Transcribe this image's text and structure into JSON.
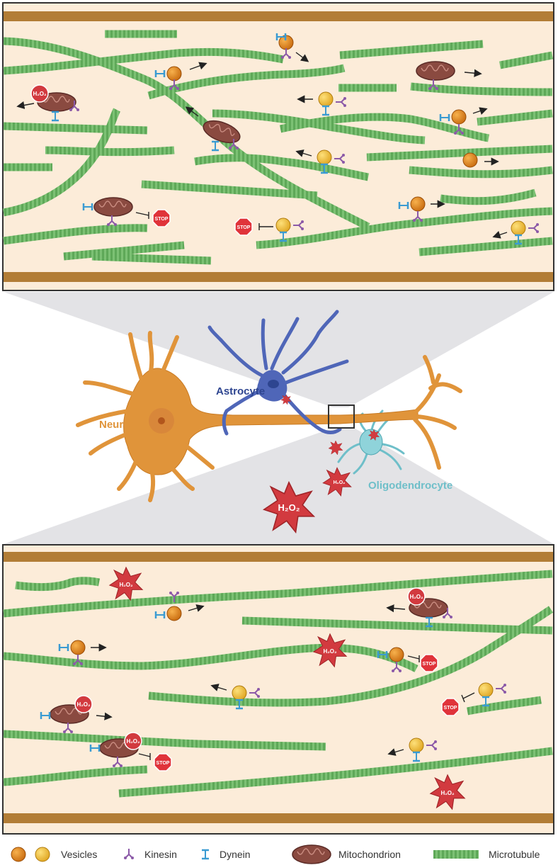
{
  "cells": {
    "neuron_label": "Neuron",
    "astrocyte_label": "Astrocyte",
    "oligo_label": "Oligodendrocyte",
    "h2o2_text": "H₂O₂"
  },
  "panels": {
    "top": {
      "stop_text": "STOP",
      "h2o2_text": "H₂O₂"
    },
    "bottom": {
      "stop_text": "STOP",
      "h2o2_text": "H₂O₂"
    }
  },
  "legend": {
    "vesicles": "Vesicles",
    "kinesin": "Kinesin",
    "dynein": "Dynein",
    "mitochondrion": "Mitochondrion",
    "microtubule": "Microtubule"
  },
  "colors": {
    "cytoplasm": "#fcecd9",
    "membrane": "#b27d36",
    "microtubule": "#77bb6e",
    "neuron": "#e0943a",
    "astrocyte": "#4f66b8",
    "oligodendrocyte": "#6fbfc9",
    "h2o2": "#d23a3f",
    "mitochondrion": "#8a4a40",
    "vesicle_orange": "#e0861f",
    "vesicle_yellow": "#f3c43a",
    "kinesin": "#8c5aa8",
    "dynein": "#3a9bd2"
  }
}
